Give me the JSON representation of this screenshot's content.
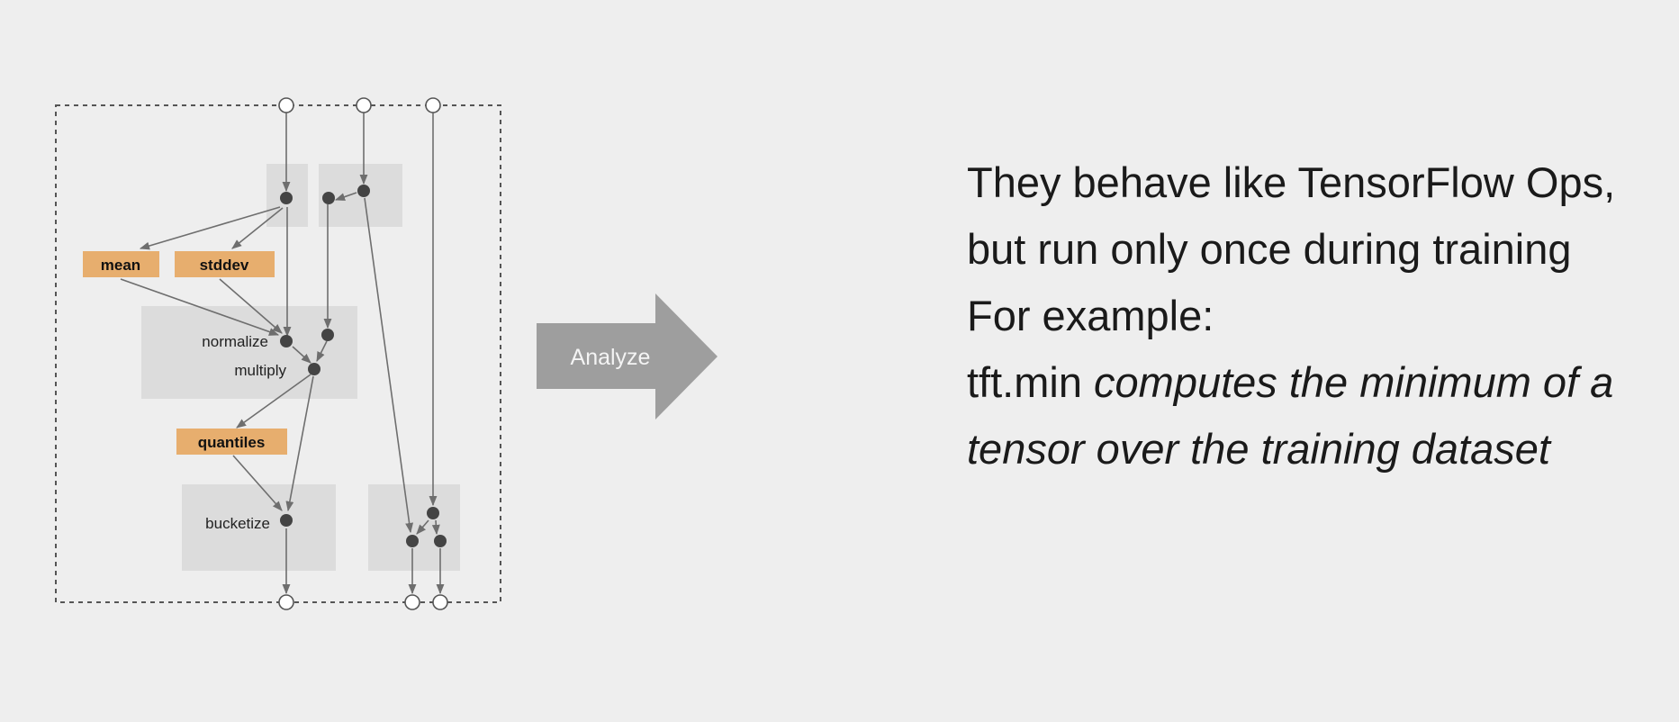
{
  "diagram": {
    "labels": {
      "mean": "mean",
      "stddev": "stddev",
      "normalize": "normalize",
      "multiply": "multiply",
      "quantiles": "quantiles",
      "bucketize": "bucketize"
    },
    "analyzer_color": "#e7ae6e",
    "group_color": "#dcdcdc"
  },
  "analyze_arrow": {
    "label": "Analyze",
    "color": "#9e9e9e"
  },
  "text": {
    "intro": "They behave like TensorFlow Ops, but run only once during training",
    "example_heading": "For example:",
    "example_code": "tft.min",
    "example_desc": "computes the minimum of a tensor over the training dataset"
  }
}
